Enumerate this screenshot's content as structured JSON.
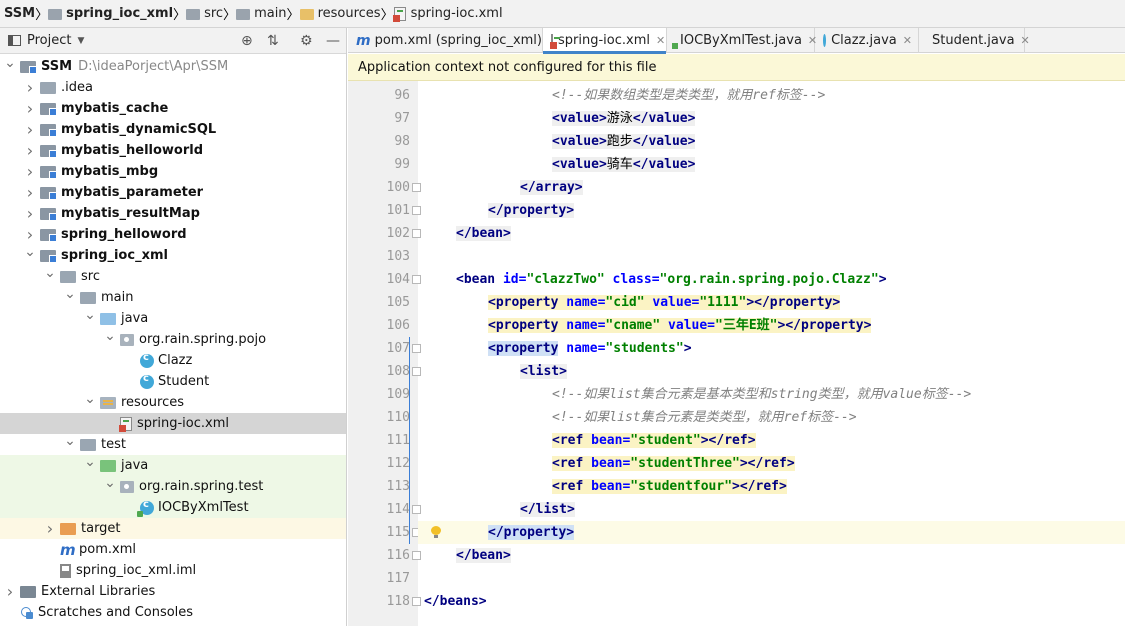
{
  "breadcrumb": [
    {
      "label": "SSM",
      "bold": true,
      "icon": "none"
    },
    {
      "label": "spring_ioc_xml",
      "bold": true,
      "icon": "module-folder-icon"
    },
    {
      "label": "src",
      "bold": false,
      "icon": "folder-icon"
    },
    {
      "label": "main",
      "bold": false,
      "icon": "folder-icon"
    },
    {
      "label": "resources",
      "bold": false,
      "icon": "resources-folder-icon"
    },
    {
      "label": "spring-ioc.xml",
      "bold": false,
      "icon": "xml-file-icon"
    }
  ],
  "project_panel": {
    "title": "Project",
    "tree": [
      {
        "label": "SSM",
        "sub": "D:\\ideaPorject\\Apr\\SSM",
        "bold": true,
        "arrow": "down",
        "icon": "module",
        "hl": ""
      },
      {
        "label": ".idea",
        "bold": false,
        "arrow": "right",
        "icon": "folder",
        "hl": ""
      },
      {
        "label": "mybatis_cache",
        "bold": true,
        "arrow": "right",
        "icon": "module",
        "hl": ""
      },
      {
        "label": "mybatis_dynamicSQL",
        "bold": true,
        "arrow": "right",
        "icon": "module",
        "hl": ""
      },
      {
        "label": "mybatis_helloworld",
        "bold": true,
        "arrow": "right",
        "icon": "module",
        "hl": ""
      },
      {
        "label": "mybatis_mbg",
        "bold": true,
        "arrow": "right",
        "icon": "module",
        "hl": ""
      },
      {
        "label": "mybatis_parameter",
        "bold": true,
        "arrow": "right",
        "icon": "module",
        "hl": ""
      },
      {
        "label": "mybatis_resultMap",
        "bold": true,
        "arrow": "right",
        "icon": "module",
        "hl": ""
      },
      {
        "label": "spring_helloword",
        "bold": true,
        "arrow": "right",
        "icon": "module",
        "hl": ""
      },
      {
        "label": "spring_ioc_xml",
        "bold": true,
        "arrow": "down",
        "icon": "module",
        "hl": ""
      },
      {
        "label": "src",
        "bold": false,
        "arrow": "down",
        "icon": "src",
        "hl": ""
      },
      {
        "label": "main",
        "bold": false,
        "arrow": "down",
        "icon": "src",
        "hl": ""
      },
      {
        "label": "java",
        "bold": false,
        "arrow": "down",
        "icon": "java",
        "hl": ""
      },
      {
        "label": "org.rain.spring.pojo",
        "bold": false,
        "arrow": "down",
        "icon": "package",
        "hl": ""
      },
      {
        "label": "Clazz",
        "bold": false,
        "arrow": "none",
        "icon": "class",
        "hl": ""
      },
      {
        "label": "Student",
        "bold": false,
        "arrow": "none",
        "icon": "class",
        "hl": ""
      },
      {
        "label": "resources",
        "bold": false,
        "arrow": "down",
        "icon": "resources",
        "hl": ""
      },
      {
        "label": "spring-ioc.xml",
        "bold": false,
        "arrow": "none",
        "icon": "xml",
        "hl": "selected"
      },
      {
        "label": "test",
        "bold": false,
        "arrow": "down",
        "icon": "src",
        "hl": ""
      },
      {
        "label": "java",
        "bold": false,
        "arrow": "down",
        "icon": "javatest",
        "hl": "testhl"
      },
      {
        "label": "org.rain.spring.test",
        "bold": false,
        "arrow": "down",
        "icon": "package",
        "hl": "testhl"
      },
      {
        "label": "IOCByXmlTest",
        "bold": false,
        "arrow": "none",
        "icon": "testclass",
        "hl": "testhl"
      },
      {
        "label": "target",
        "bold": false,
        "arrow": "right",
        "icon": "target",
        "hl": "targethl"
      },
      {
        "label": "pom.xml",
        "bold": false,
        "arrow": "none",
        "icon": "maven",
        "hl": ""
      },
      {
        "label": "spring_ioc_xml.iml",
        "bold": false,
        "arrow": "none",
        "icon": "iml",
        "hl": ""
      },
      {
        "label": "External Libraries",
        "bold": false,
        "arrow": "right",
        "icon": "lib",
        "hl": ""
      },
      {
        "label": "Scratches and Consoles",
        "bold": false,
        "arrow": "none",
        "icon": "scratch",
        "hl": ""
      }
    ]
  },
  "tabs": [
    {
      "label": "pom.xml (spring_ioc_xml)",
      "icon": "maven",
      "active": false
    },
    {
      "label": "spring-ioc.xml",
      "icon": "xml",
      "active": true
    },
    {
      "label": "IOCByXmlTest.java",
      "icon": "testclass",
      "active": false
    },
    {
      "label": "Clazz.java",
      "icon": "class",
      "active": false
    },
    {
      "label": "Student.java",
      "icon": "class",
      "active": false
    }
  ],
  "notice": "Application context not configured for this file",
  "editor": {
    "current_line": 115,
    "lines": [
      {
        "n": 96,
        "indent": 12,
        "fold": false,
        "tokens": [
          [
            "cm",
            "<!--如果数组类型是类类型，就用ref标签-->"
          ]
        ]
      },
      {
        "n": 97,
        "indent": 12,
        "fold": false,
        "tokens": [
          [
            "t",
            "<value>",
            "tb"
          ],
          [
            "tx",
            "游泳",
            "tb"
          ],
          [
            "t",
            "</value>",
            "tb"
          ]
        ]
      },
      {
        "n": 98,
        "indent": 12,
        "fold": false,
        "tokens": [
          [
            "t",
            "<value>",
            "tb"
          ],
          [
            "tx",
            "跑步",
            "tb"
          ],
          [
            "t",
            "</value>",
            "tb"
          ]
        ]
      },
      {
        "n": 99,
        "indent": 12,
        "fold": false,
        "tokens": [
          [
            "t",
            "<value>",
            "tb"
          ],
          [
            "tx",
            "骑车",
            "tb"
          ],
          [
            "t",
            "</value>",
            "tb"
          ]
        ]
      },
      {
        "n": 100,
        "indent": 8,
        "fold": true,
        "tokens": [
          [
            "t",
            "</array>",
            "tb"
          ]
        ]
      },
      {
        "n": 101,
        "indent": 4,
        "fold": true,
        "tokens": [
          [
            "t",
            "</property>",
            "tb"
          ]
        ]
      },
      {
        "n": 102,
        "indent": 0,
        "fold": true,
        "tokens": [
          [
            "t",
            "</bean>",
            "tb"
          ]
        ]
      },
      {
        "n": 103,
        "indent": 0,
        "fold": false,
        "tokens": []
      },
      {
        "n": 104,
        "indent": 0,
        "fold": true,
        "tokens": [
          [
            "t",
            "<bean ",
            ""
          ],
          [
            "an",
            "id=",
            ""
          ],
          [
            "av",
            "\"clazzTwo\"",
            ""
          ],
          [
            "an",
            " class=",
            ""
          ],
          [
            "av",
            "\"org.rain.spring.pojo.Clazz\"",
            ""
          ],
          [
            "t",
            ">",
            ""
          ]
        ]
      },
      {
        "n": 105,
        "indent": 4,
        "fold": false,
        "tokens": [
          [
            "t",
            "<property ",
            "ty"
          ],
          [
            "an",
            "name=",
            "ty"
          ],
          [
            "av",
            "\"cid\"",
            "ty"
          ],
          [
            "an",
            " value=",
            "ty"
          ],
          [
            "av",
            "\"1111\"",
            "ty"
          ],
          [
            "t",
            "></property>",
            "ty"
          ]
        ]
      },
      {
        "n": 106,
        "indent": 4,
        "fold": false,
        "tokens": [
          [
            "t",
            "<property ",
            "ty"
          ],
          [
            "an",
            "name=",
            "ty"
          ],
          [
            "av",
            "\"cname\"",
            "ty"
          ],
          [
            "an",
            " value=",
            "ty"
          ],
          [
            "av",
            "\"三年E班\"",
            "ty"
          ],
          [
            "t",
            "></property>",
            "ty"
          ]
        ]
      },
      {
        "n": 107,
        "indent": 4,
        "fold": true,
        "tokens": [
          [
            "t",
            "<property",
            "tsel"
          ],
          [
            "an",
            " name=",
            ""
          ],
          [
            "av",
            "\"students\"",
            ""
          ],
          [
            "t",
            ">",
            ""
          ]
        ]
      },
      {
        "n": 108,
        "indent": 8,
        "fold": true,
        "tokens": [
          [
            "t",
            "<list>",
            "tb"
          ]
        ]
      },
      {
        "n": 109,
        "indent": 12,
        "fold": false,
        "tokens": [
          [
            "cm",
            "<!--如果list集合元素是基本类型和string类型，就用value标签-->"
          ]
        ]
      },
      {
        "n": 110,
        "indent": 12,
        "fold": false,
        "tokens": [
          [
            "cm",
            "<!--如果list集合元素是类类型，就用ref标签-->"
          ]
        ]
      },
      {
        "n": 111,
        "indent": 12,
        "fold": false,
        "tokens": [
          [
            "t",
            "<ref ",
            "ty"
          ],
          [
            "an",
            "bean=",
            "ty"
          ],
          [
            "av",
            "\"student\"",
            "ty"
          ],
          [
            "t",
            "></ref>",
            "ty"
          ]
        ]
      },
      {
        "n": 112,
        "indent": 12,
        "fold": false,
        "tokens": [
          [
            "t",
            "<ref ",
            "ty"
          ],
          [
            "an",
            "bean=",
            "ty"
          ],
          [
            "av",
            "\"studentThree\"",
            "ty"
          ],
          [
            "t",
            "></ref>",
            "ty"
          ]
        ]
      },
      {
        "n": 113,
        "indent": 12,
        "fold": false,
        "tokens": [
          [
            "t",
            "<ref ",
            "ty"
          ],
          [
            "an",
            "bean=",
            "ty"
          ],
          [
            "av",
            "\"studentfour\"",
            "ty"
          ],
          [
            "t",
            "></ref>",
            "ty"
          ]
        ]
      },
      {
        "n": 114,
        "indent": 8,
        "fold": true,
        "tokens": [
          [
            "t",
            "</list>",
            "tb"
          ]
        ]
      },
      {
        "n": 115,
        "indent": 4,
        "fold": true,
        "tokens": [
          [
            "t",
            "</property>",
            "tsel"
          ]
        ]
      },
      {
        "n": 116,
        "indent": 0,
        "fold": true,
        "tokens": [
          [
            "t",
            "</bean>",
            "tb"
          ]
        ]
      },
      {
        "n": 117,
        "indent": 0,
        "fold": false,
        "tokens": []
      },
      {
        "n": 118,
        "indent": -4,
        "fold": true,
        "tokens": [
          [
            "t",
            "</beans>",
            ""
          ]
        ]
      }
    ]
  }
}
